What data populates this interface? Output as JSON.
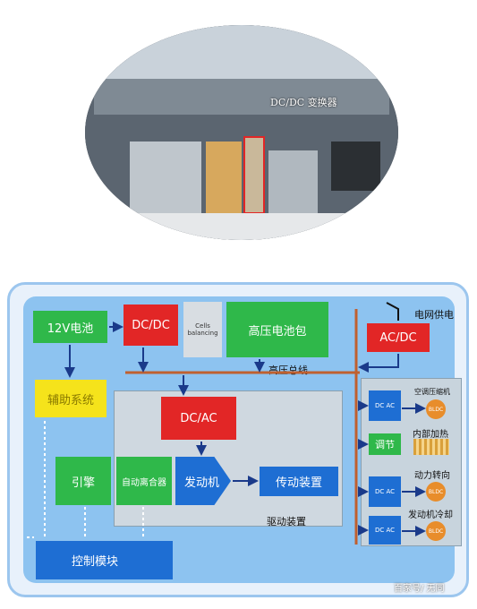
{
  "photo": {
    "label": "DC/DC 变换器"
  },
  "blocks": {
    "battery12v": "12V电池",
    "dcdc": "DC/DC",
    "cells_balancing": "Cells balancing",
    "hv_pack": "高压电池包",
    "grid_power": "电网供电",
    "acdc": "AC/DC",
    "hv_bus": "高压总线",
    "aux": "辅助系统",
    "dcac": "DC/AC",
    "engine": "引擎",
    "clutch": "自动离合器",
    "motor": "发动机",
    "transmission": "传动装置",
    "drive": "驱动装置",
    "control": "控制模块"
  },
  "loads": {
    "ac_compressor": "空调压缩机",
    "interior_heat": "内部加热",
    "adjust": "调节",
    "power_steering": "动力转向",
    "engine_cooling": "发动机冷却",
    "dc_ac_small": "DC AC",
    "bldc": "BLDC"
  },
  "watermark": "百家号/ 无同",
  "colors": {
    "green": "#2fb84a",
    "red": "#e22626",
    "blue": "#1e6ed3",
    "yellow": "#f5e31b"
  }
}
